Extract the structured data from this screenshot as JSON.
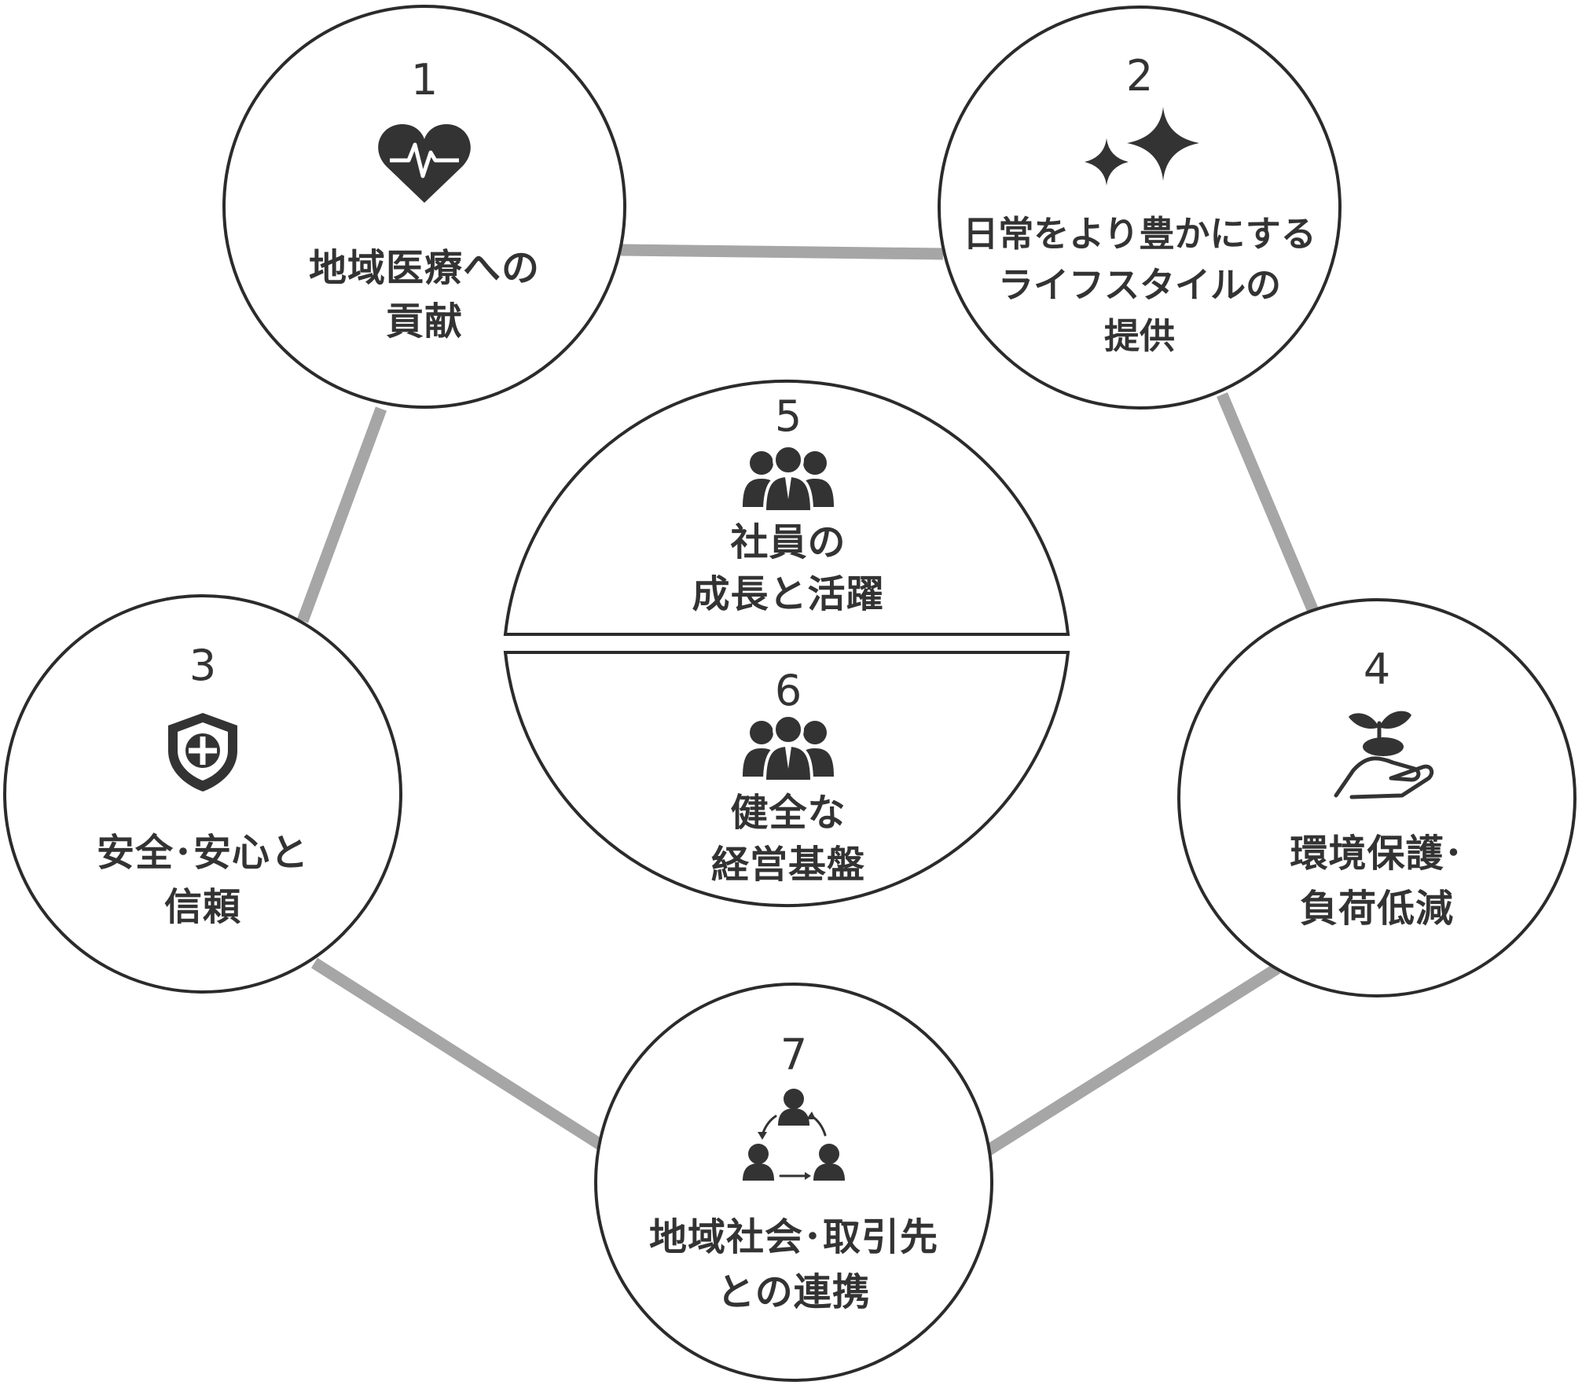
{
  "nodes": [
    {
      "id": "1",
      "number": "1",
      "icon": "heart-pulse-icon",
      "lines": [
        "地域医療への",
        "貢献"
      ]
    },
    {
      "id": "2",
      "number": "2",
      "icon": "sparkle-icon",
      "lines": [
        "日常をより豊かにする",
        "ライフスタイルの",
        "提供"
      ]
    },
    {
      "id": "3",
      "number": "3",
      "icon": "shield-icon",
      "lines": [
        "安全･安心と",
        "信頼"
      ]
    },
    {
      "id": "4",
      "number": "4",
      "icon": "plant-in-hand-icon",
      "lines": [
        "環境保護･",
        "負荷低減"
      ]
    },
    {
      "id": "5",
      "number": "5",
      "icon": "people-group-icon",
      "lines": [
        "社員の",
        "成長と活躍"
      ]
    },
    {
      "id": "6",
      "number": "6",
      "icon": "people-group-icon",
      "lines": [
        "健全な",
        "経営基盤"
      ]
    },
    {
      "id": "7",
      "number": "7",
      "icon": "collaboration-cycle-icon",
      "lines": [
        "地域社会･取引先",
        "との連携"
      ]
    }
  ],
  "colors": {
    "connector": "#a6a6a6",
    "outline": "#2b2b2b",
    "text": "#333333",
    "background": "#ffffff"
  }
}
